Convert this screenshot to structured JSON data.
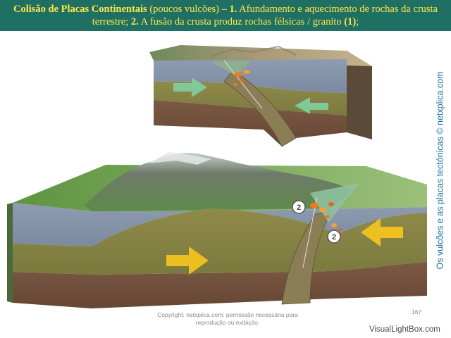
{
  "header": {
    "title_bold": "Colisão de Placas Continentais",
    "title_part2": " (poucos vulcões) – ",
    "step1_num": "1.",
    "step1_text": " Afundamento e aquecimento de rochas da crusta terrestre; ",
    "step2_num": "2.",
    "step2_text": " A fusão da crusta produz rochas félsicas / granito ",
    "ref": "(1)",
    "end": ";"
  },
  "side_caption": "Os vulcões e as placas tectónicas © netxplica.com",
  "labels": {
    "badge_a": "2",
    "badge_b": "2"
  },
  "footer": {
    "copyright": "Copyright: netxplica.com: permissão necessária para reprodução ou exibição.",
    "page_number": "167"
  },
  "watermark": "VisualLightBox.com",
  "colors": {
    "header_bg": "#1f6f63",
    "header_text": "#ffe84a",
    "arrow_green": "#7fd0a0",
    "arrow_yellow": "#f2c21f",
    "magma": "#f07a1a",
    "side_text": "#1a6e9e"
  }
}
